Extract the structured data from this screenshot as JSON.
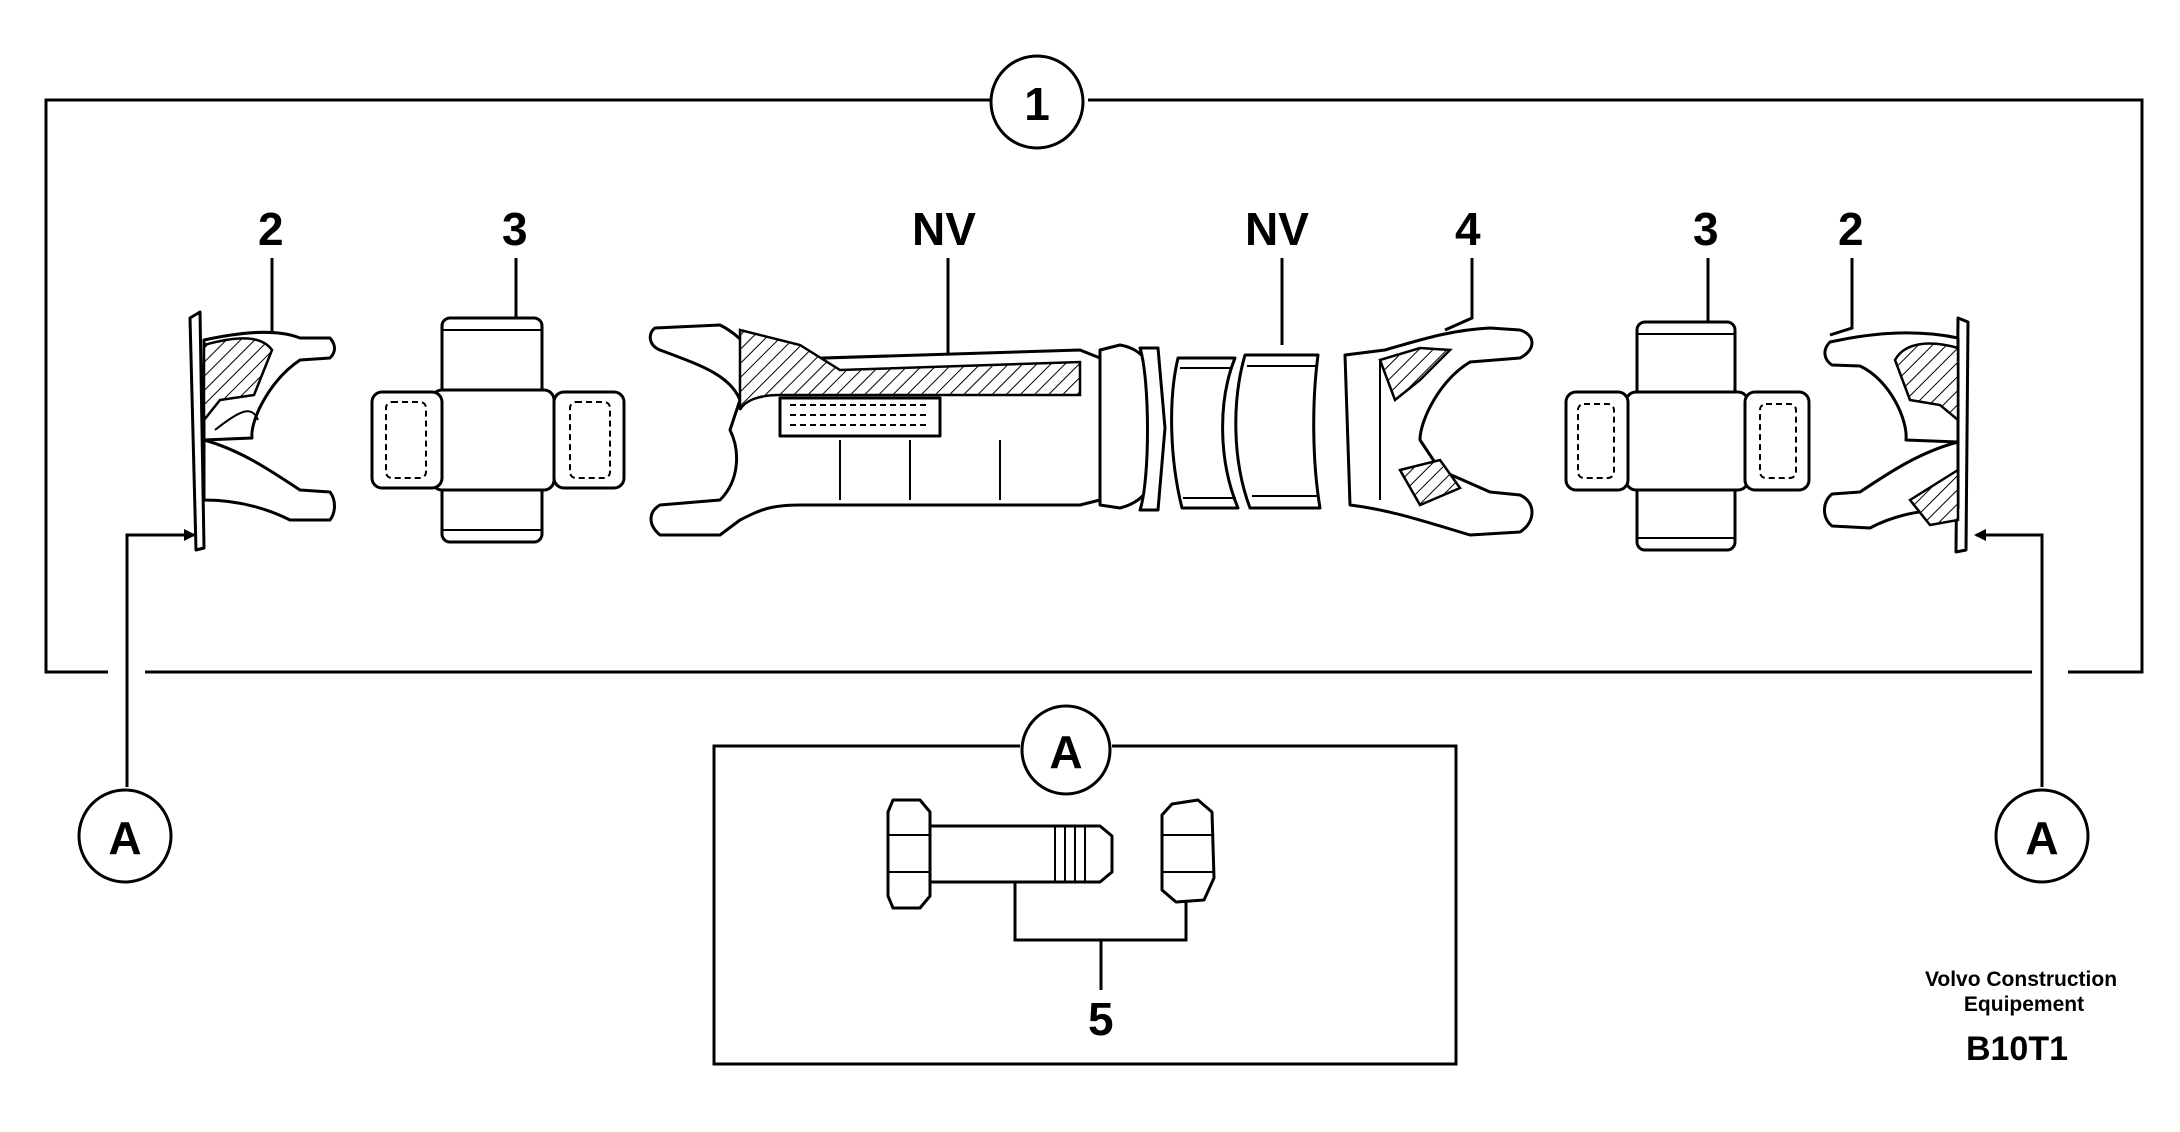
{
  "callouts": {
    "assembly": "1",
    "flange_yoke": "2",
    "spider": "3",
    "not_available": "NV",
    "slip_yoke": "4",
    "bolt_kit": "5",
    "detail_ref": "A"
  },
  "footer": {
    "brand_line1": "Volvo Construction",
    "brand_line2": "Equipement",
    "figure_code": "B10T1"
  }
}
